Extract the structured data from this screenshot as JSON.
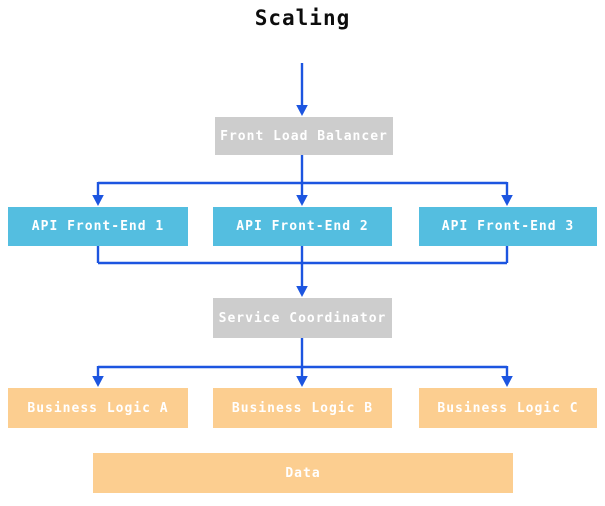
{
  "title": "Scaling",
  "colors": {
    "arrow": "#1c55e0",
    "gray-box": "#cdcdcd",
    "blue-box": "#54bee0",
    "orange-box": "#fcce90",
    "box-text": "#ffffff",
    "title-text": "#0d0d0d",
    "bg": "#ffffff"
  },
  "nodes": {
    "front_load_balancer": {
      "label": "Front Load Balancer",
      "type": "gray"
    },
    "api_front_end_1": {
      "label": "API Front-End 1",
      "type": "blue"
    },
    "api_front_end_2": {
      "label": "API Front-End 2",
      "type": "blue"
    },
    "api_front_end_3": {
      "label": "API Front-End 3",
      "type": "blue"
    },
    "service_coordinator": {
      "label": "Service Coordinator",
      "type": "gray"
    },
    "business_logic_a": {
      "label": "Business Logic A",
      "type": "orange"
    },
    "business_logic_b": {
      "label": "Business Logic B",
      "type": "orange"
    },
    "business_logic_c": {
      "label": "Business Logic C",
      "type": "orange"
    },
    "data": {
      "label": "Data",
      "type": "orange"
    }
  }
}
